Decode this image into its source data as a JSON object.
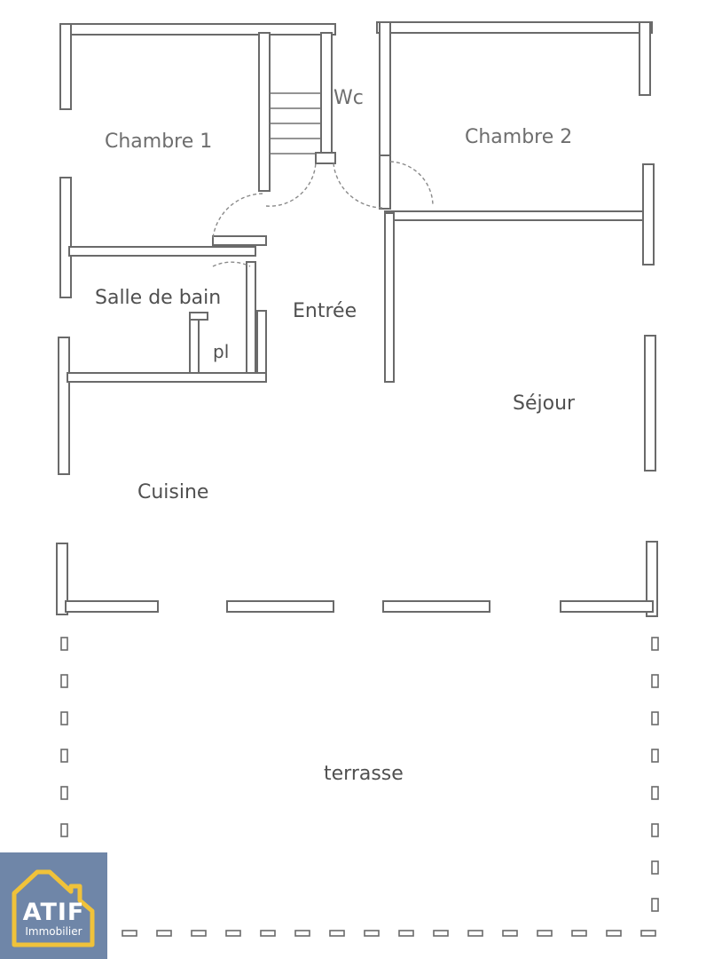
{
  "rooms": {
    "chambre1": "Chambre 1",
    "chambre2": "Chambre 2",
    "wc": "Wc",
    "salle_de_bain": "Salle de bain",
    "entree": "Entrée",
    "placard": "pl",
    "sejour": "Séjour",
    "cuisine": "Cuisine",
    "terrasse": "terrasse"
  },
  "logo": {
    "name": "ATIF",
    "subtitle": "Immobilier",
    "icon": "house-icon",
    "background_color": "#6f86a8"
  }
}
